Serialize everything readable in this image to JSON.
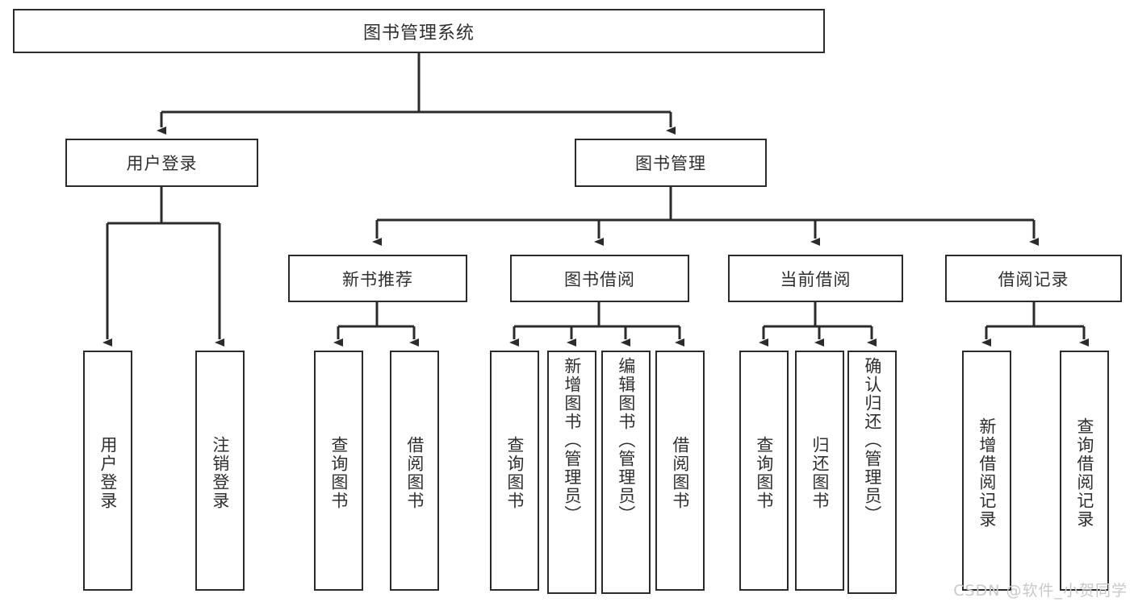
{
  "diagram": {
    "title": "图书管理系统",
    "type": "tree",
    "colors": {
      "box_border": "#2b2b2b",
      "box_fill": "#ffffff",
      "text": "#2f2f2f",
      "edge": "#2b2b2b",
      "watermark": "#c9c9c9"
    },
    "root": {
      "label": "图书管理系统"
    },
    "level2": [
      {
        "id": "user-login",
        "label": "用户登录"
      },
      {
        "id": "book-manage",
        "label": "图书管理"
      }
    ],
    "level3": [
      {
        "id": "new-book-rec",
        "label": "新书推荐"
      },
      {
        "id": "book-borrow",
        "label": "图书借阅"
      },
      {
        "id": "current-borrow",
        "label": "当前借阅"
      },
      {
        "id": "borrow-record",
        "label": "借阅记录"
      }
    ],
    "leaves": {
      "user-login": [
        {
          "id": "leaf-user-login",
          "label": "用户登录"
        },
        {
          "id": "leaf-user-logout",
          "label": "注销登录"
        }
      ],
      "new-book-rec": [
        {
          "id": "leaf-query-book-1",
          "label": "查询图书"
        },
        {
          "id": "leaf-borrow-book-1",
          "label": "借阅图书"
        }
      ],
      "book-borrow": [
        {
          "id": "leaf-query-book-2",
          "label": "查询图书"
        },
        {
          "id": "leaf-add-book",
          "label": "新增图书（管理员）"
        },
        {
          "id": "leaf-edit-book",
          "label": "编辑图书（管理员）"
        },
        {
          "id": "leaf-borrow-book-2",
          "label": "借阅图书"
        }
      ],
      "current-borrow": [
        {
          "id": "leaf-query-book-3",
          "label": "查询图书"
        },
        {
          "id": "leaf-return-book",
          "label": "归还图书"
        },
        {
          "id": "leaf-confirm-return",
          "label": "确认归还（管理员）"
        }
      ],
      "borrow-record": [
        {
          "id": "leaf-add-record",
          "label": "新增借阅记录"
        },
        {
          "id": "leaf-query-record",
          "label": "查询借阅记录"
        }
      ]
    }
  },
  "watermark": {
    "text": "CSDN @软件_小贺同学"
  }
}
